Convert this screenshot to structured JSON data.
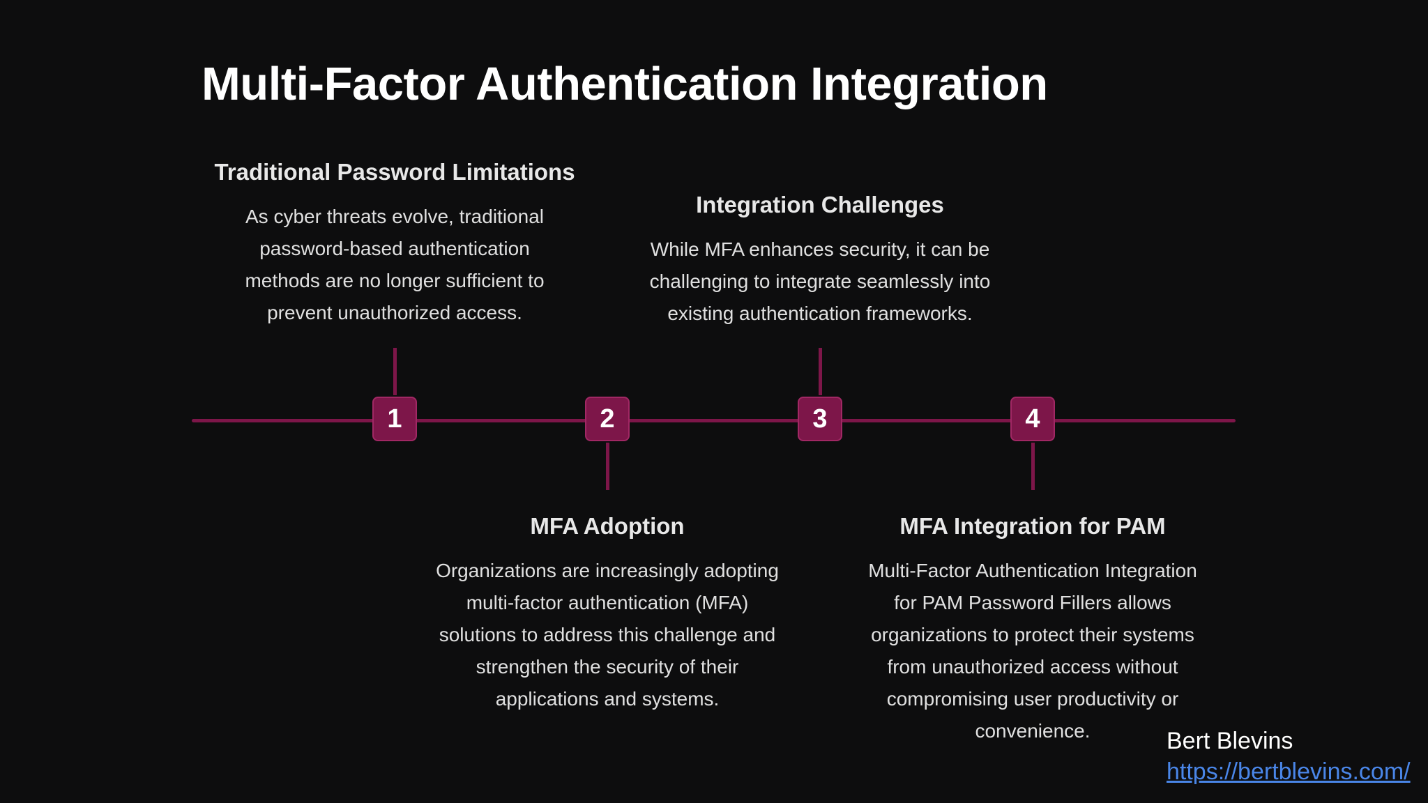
{
  "title": "Multi-Factor Authentication Integration",
  "steps": [
    {
      "number": "1",
      "heading": "Traditional Password Limitations",
      "description": "As cyber threats evolve, traditional password-based authentication methods are no longer sufficient to prevent unauthorized access."
    },
    {
      "number": "2",
      "heading": "MFA Adoption",
      "description": "Organizations are increasingly adopting multi-factor authentication (MFA) solutions to address this challenge and strengthen the security of their applications and systems."
    },
    {
      "number": "3",
      "heading": "Integration Challenges",
      "description": "While MFA enhances security, it can be challenging to integrate seamlessly into existing authentication frameworks."
    },
    {
      "number": "4",
      "heading": "MFA Integration for PAM",
      "description": "Multi-Factor Authentication Integration for PAM Password Fillers allows organizations to protect their systems from unauthorized access without compromising user productivity or convenience."
    }
  ],
  "footer": {
    "author": "Bert Blevins",
    "link": "https://bertblevins.com/"
  },
  "colors": {
    "background": "#0d0d0e",
    "accent": "#7d1649",
    "link": "#4a86e8"
  }
}
